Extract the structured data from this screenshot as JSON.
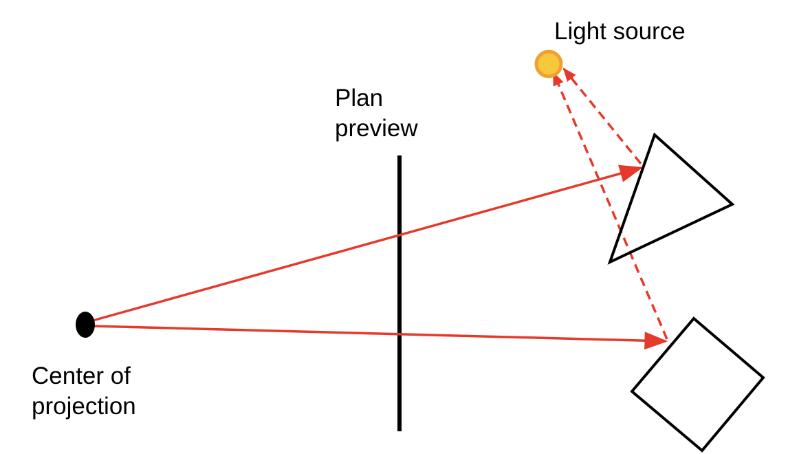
{
  "labels": {
    "light_source": "Light source",
    "plan_preview": [
      "Plan",
      "preview"
    ],
    "center_of_projection": [
      "Center of",
      "projection"
    ]
  },
  "colors": {
    "ray": "#e53a2b",
    "outline": "#000000",
    "light_fill": "#f8c83c",
    "light_ring": "#f0a030",
    "background": "#ffffff"
  }
}
